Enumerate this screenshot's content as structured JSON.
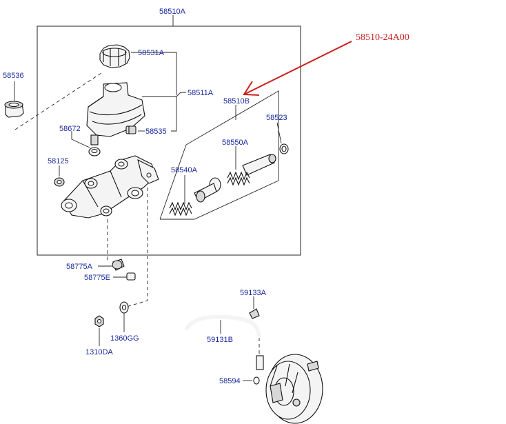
{
  "callouts": {
    "master_cylinder_assy": "58510A",
    "reservoir_cap": "58531A",
    "reservoir": "58511A",
    "grommet": "58536",
    "reservoir_sensor": "58535",
    "seal_58672": "58672",
    "plug_58125": "58125",
    "piston_assy_b": "58510B",
    "snap_ring": "58523",
    "primary_piston": "58550A",
    "secondary_piston": "58540A",
    "fitting_58775a": "58775A",
    "fitting_58775e": "58775E",
    "gasket_1360gg": "1360GG",
    "nut_1310da": "1310DA",
    "hose_clip": "59133A",
    "vacuum_hose": "59131B",
    "check_valve_seal": "58594"
  },
  "annotation": {
    "text": "58510-24A00",
    "color": "#cc1f1f"
  },
  "colors": {
    "label": "#1a2a9c",
    "line": "#222222"
  }
}
